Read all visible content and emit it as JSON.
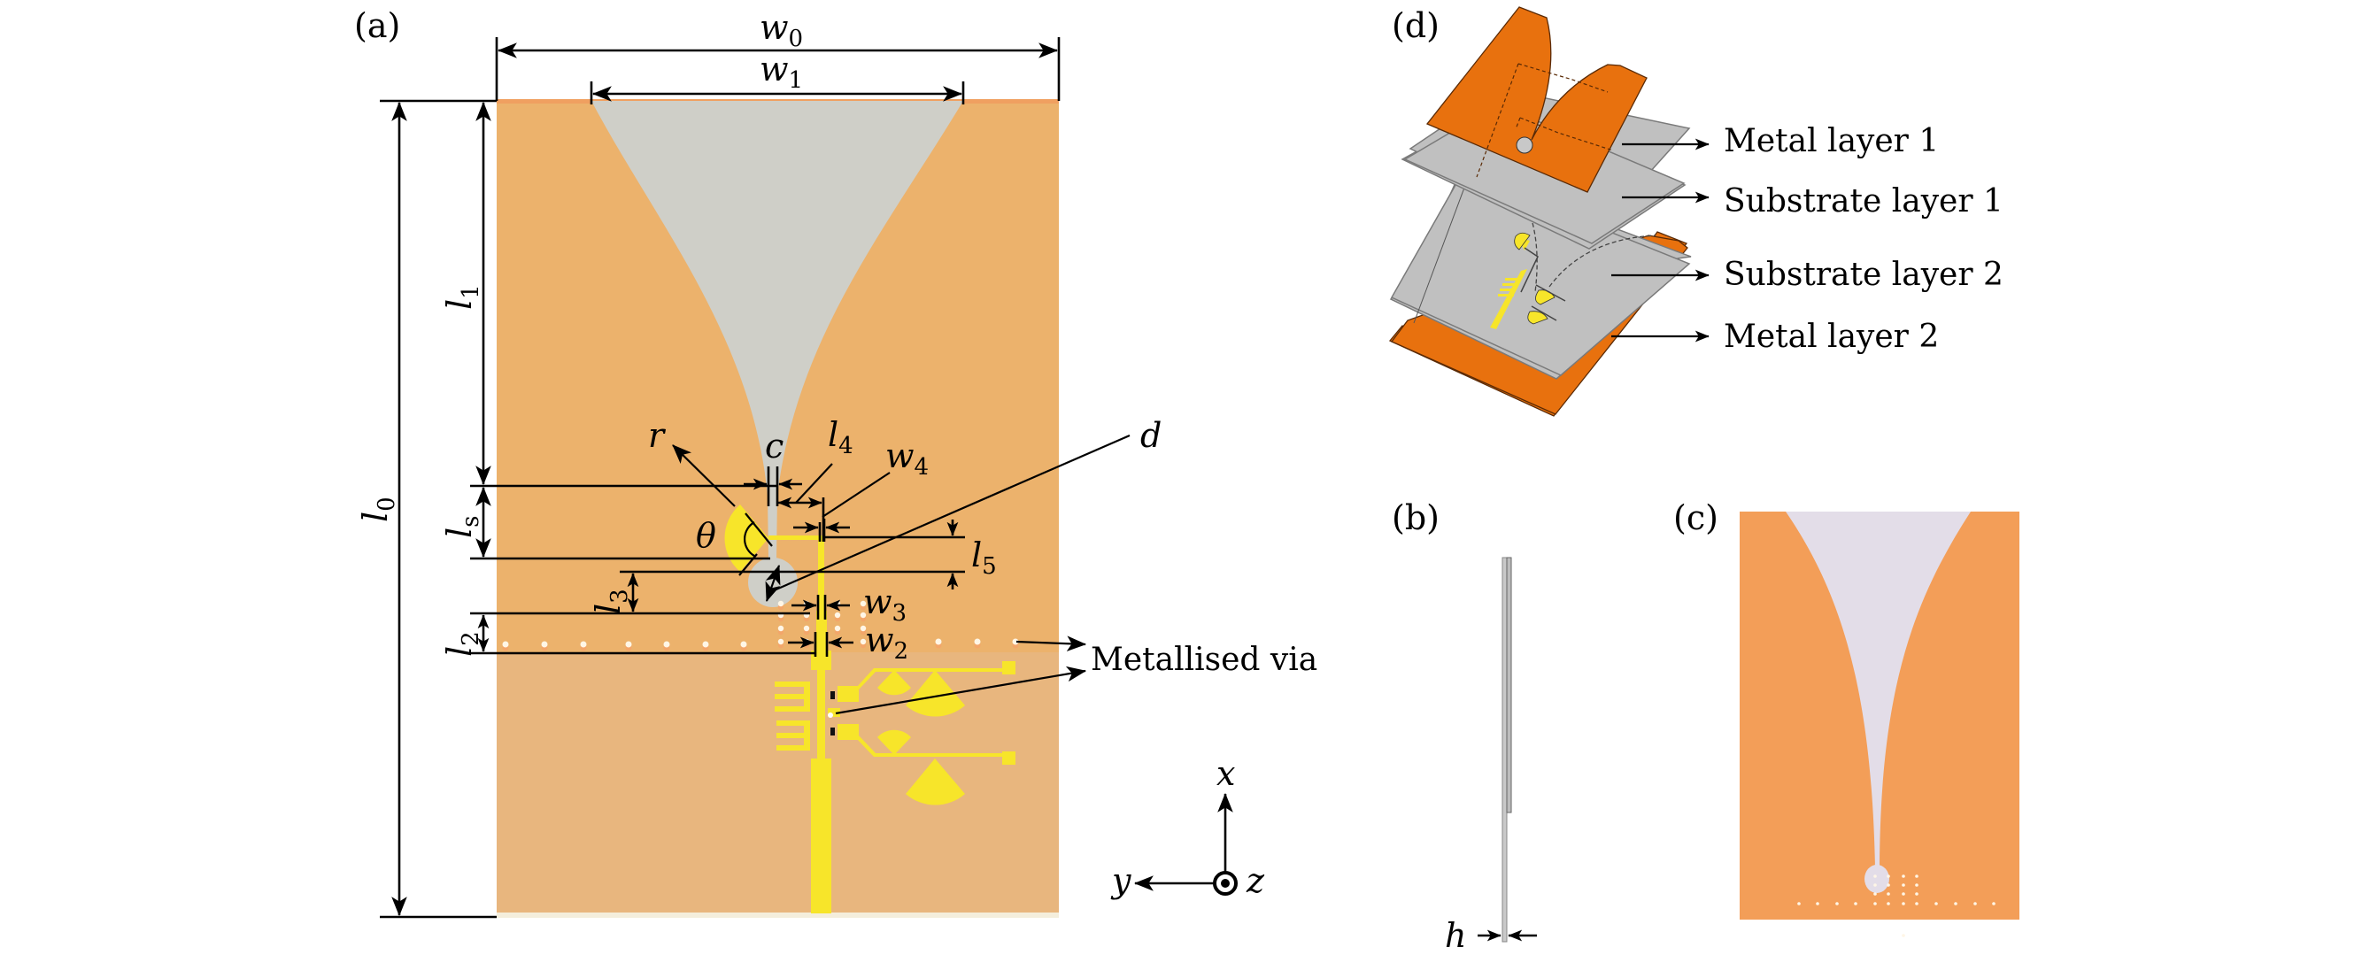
{
  "figure": {
    "panels": {
      "a": "(a)",
      "b": "(b)",
      "c": "(c)",
      "d": "(d)"
    },
    "dimensions": {
      "w0": {
        "sym": "w",
        "sub": "0"
      },
      "w1": {
        "sym": "w",
        "sub": "1"
      },
      "w2": {
        "sym": "w",
        "sub": "2"
      },
      "w3": {
        "sym": "w",
        "sub": "3"
      },
      "w4": {
        "sym": "w",
        "sub": "4"
      },
      "l0": {
        "sym": "l",
        "sub": "0"
      },
      "l1": {
        "sym": "l",
        "sub": "1"
      },
      "l2": {
        "sym": "l",
        "sub": "2"
      },
      "l3": {
        "sym": "l",
        "sub": "3"
      },
      "l4": {
        "sym": "l",
        "sub": "4"
      },
      "l5": {
        "sym": "l",
        "sub": "5"
      },
      "ls": {
        "sym": "l",
        "sub": "s"
      },
      "c": "c",
      "r": "r",
      "d": "d",
      "theta": "θ",
      "h": "h"
    },
    "callouts": {
      "metallised_via": "Metallised via"
    },
    "axes": {
      "x": "x",
      "y": "y",
      "z": "z"
    },
    "layers": [
      {
        "label": "Metal layer 1"
      },
      {
        "label": "Substrate layer 1"
      },
      {
        "label": "Substrate layer 2"
      },
      {
        "label": "Metal layer 2"
      }
    ],
    "colors": {
      "substrate_top": "#ECB26C",
      "substrate_bottom": "#E8B67E",
      "metal_edge": "#F0A060",
      "slot_gray": "#CFCFC8",
      "microstrip_yellow": "#F7E52A",
      "via_white": "#FFF6E6",
      "via_shadow": "#F3A66A",
      "panel_c_metal": "#F39E58",
      "panel_c_slot": "#E3DDE8",
      "layer_orange": "#E8710E",
      "layer_gray": "#C0C0C0",
      "layer_gray_edge": "#7A7A7A",
      "side_gray": "#BDBDBD"
    }
  }
}
